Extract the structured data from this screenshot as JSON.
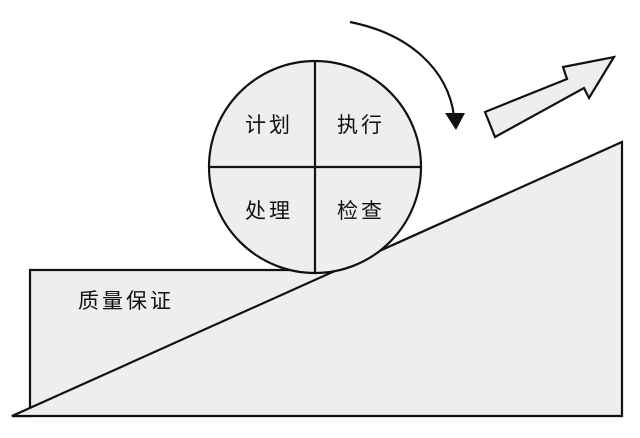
{
  "wheel": {
    "quadrants": {
      "plan": "计划",
      "do": "执行",
      "act": "处理",
      "check": "检查"
    }
  },
  "support_block": {
    "label": "质量保证"
  },
  "colors": {
    "fill": "#eeeeee",
    "stroke": "#111111",
    "background": "#ffffff"
  },
  "icons": {
    "rotation_arrow": "curved-arrow-clockwise",
    "direction_arrow": "block-arrow-up-right"
  }
}
